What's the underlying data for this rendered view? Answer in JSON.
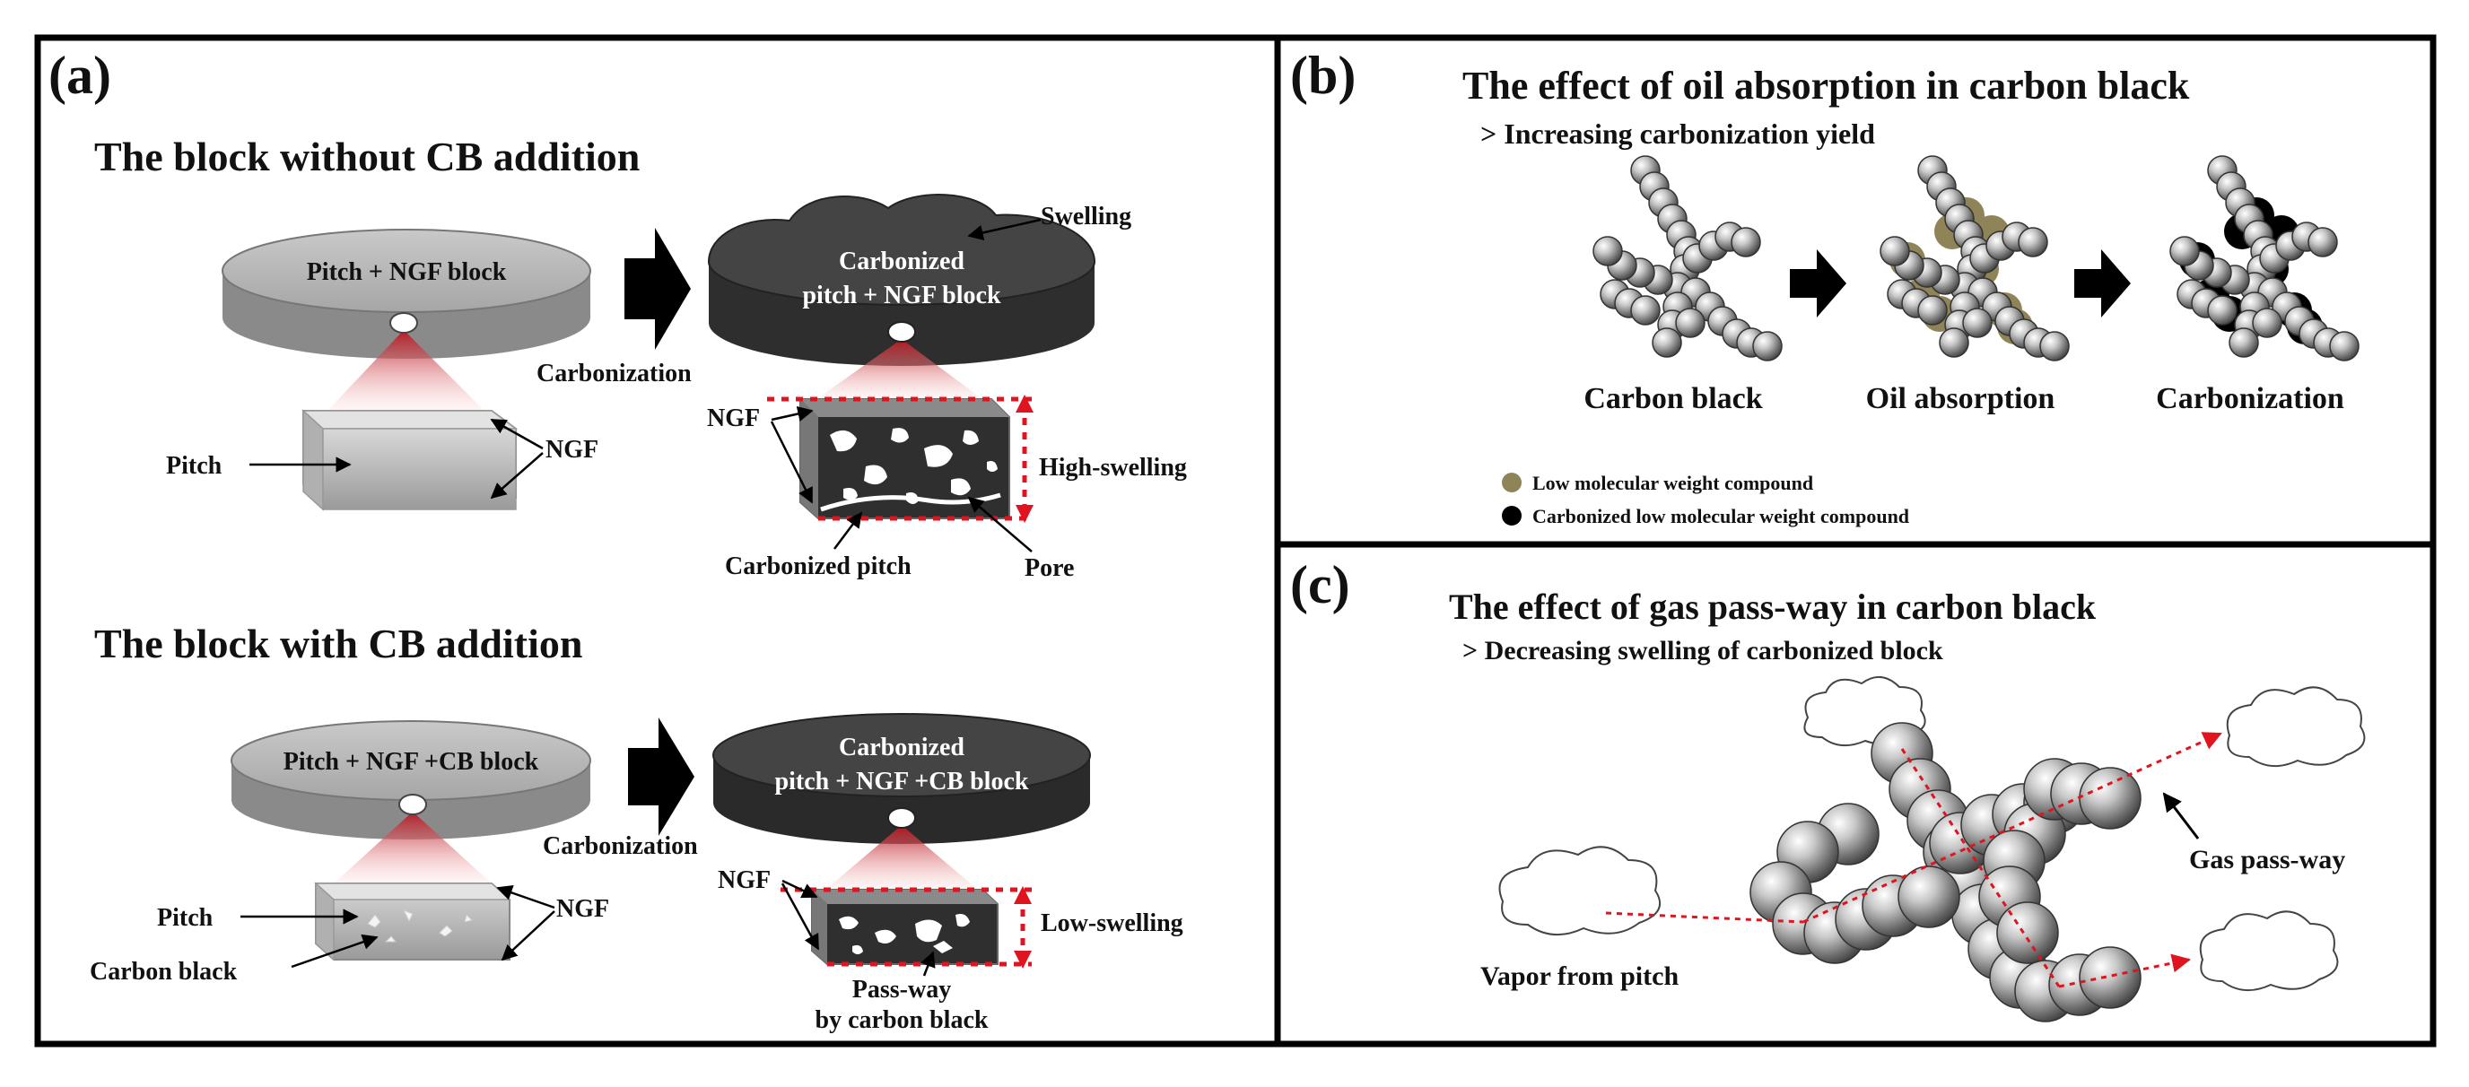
{
  "colors": {
    "frame": "#000000",
    "pitch_disk": "#9a9a9a",
    "carbon_disk": "#3c3c3c",
    "glow": "#c81e1e",
    "oil": "#8f8458",
    "carbonized_oil": "#000000",
    "sphere": "#8a8a8a",
    "arrow_red": "#e0141e"
  },
  "panel_a": {
    "tag": "(a)",
    "top": {
      "heading": "The block without CB addition",
      "pitch_block_label": "Pitch + NGF block",
      "carbonized_label_line1": "Carbonized",
      "carbonized_label_line2": "pitch + NGF block",
      "swelling": "Swelling",
      "carbonization": "Carbonization",
      "pitch": "Pitch",
      "ngf_left": "NGF",
      "ngf_right": "NGF",
      "high_swelling": "High-swelling",
      "carbonized_pitch": "Carbonized pitch",
      "pore": "Pore"
    },
    "bottom": {
      "heading": "The block with CB addition",
      "pitch_block_label": "Pitch + NGF +CB block",
      "carbonized_label_line1": "Carbonized",
      "carbonized_label_line2": "pitch + NGF +CB block",
      "carbonization": "Carbonization",
      "pitch": "Pitch",
      "carbon_black": "Carbon black",
      "ngf_left": "NGF",
      "ngf_right": "NGF",
      "low_swelling": "Low-swelling",
      "passway_line1": "Pass-way",
      "passway_line2": "by carbon black"
    }
  },
  "panel_b": {
    "tag": "(b)",
    "title": "The effect of oil absorption in carbon black",
    "subtitle": "> Increasing carbonization yield",
    "stage1": "Carbon black",
    "stage2": "Oil absorption",
    "stage3": "Carbonization",
    "legend1": "Low molecular weight compound",
    "legend2": "Carbonized  low molecular weight compound"
  },
  "panel_c": {
    "tag": "(c)",
    "title": "The effect of gas pass-way in carbon black",
    "subtitle": "> Decreasing swelling of carbonized block",
    "gas_passway": "Gas pass-way",
    "vapor": "Vapor from pitch"
  }
}
